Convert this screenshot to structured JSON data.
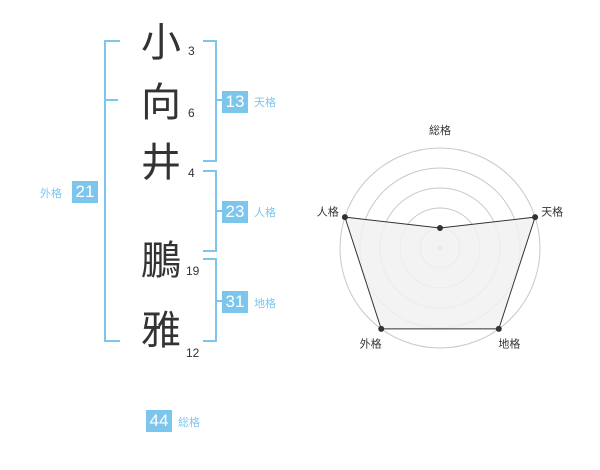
{
  "name": {
    "characters": [
      {
        "char": "小",
        "strokes": "3"
      },
      {
        "char": "向",
        "strokes": "6"
      },
      {
        "char": "井",
        "strokes": "4"
      },
      {
        "char": "鵬",
        "strokes": "19"
      },
      {
        "char": "雅",
        "strokes": "12"
      }
    ]
  },
  "kaku": {
    "tenkaku": {
      "value": "13",
      "label": "天格"
    },
    "jinkaku": {
      "value": "23",
      "label": "人格"
    },
    "chikaku": {
      "value": "31",
      "label": "地格"
    },
    "gaikaku": {
      "value": "21",
      "label": "外格"
    },
    "soukaku": {
      "value": "44",
      "label": "総格"
    }
  },
  "colors": {
    "accent": "#7cc6ee",
    "text": "#333333",
    "fill": "#f1f1f1",
    "grid": "#c8c8c8"
  },
  "chart_data": {
    "type": "radar",
    "axes": [
      "総格",
      "天格",
      "地格",
      "外格",
      "人格"
    ],
    "levels": 5,
    "max": 5,
    "values": [
      1,
      5,
      5,
      5,
      5
    ]
  }
}
